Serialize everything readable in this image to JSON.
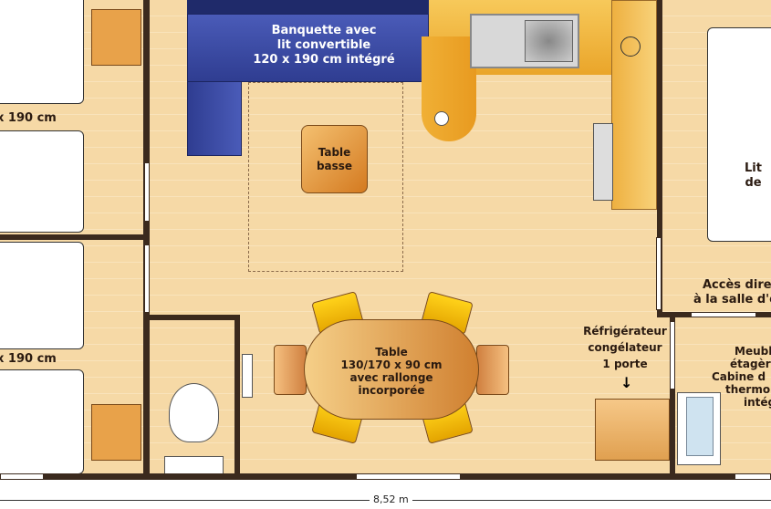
{
  "labels": {
    "bed_left_top": "x 190 cm",
    "bed_left_bottom": "x 190 cm",
    "banquette": [
      "Banquette avec",
      "lit convertible",
      "120 x 190 cm intégré"
    ],
    "coffee_table": [
      "Table",
      "basse"
    ],
    "dining_table": [
      "Table",
      "130/170 x 90 cm",
      "avec rallonge",
      "incorporée"
    ],
    "right_bed": "Lit de",
    "access": [
      "Accès direc",
      "à la salle d'e"
    ],
    "fridge": [
      "Réfrigérateur",
      "congélateur",
      "1 porte"
    ],
    "shower": [
      "Meubl",
      "étagèr",
      "Cabine d",
      "thermo",
      "intég"
    ],
    "dimension": "8,52 m"
  },
  "colors": {
    "floor": "#f6d9a6",
    "wall": "#3b2a1e",
    "banquette": "#2f3d91",
    "counter": "#f2b63a",
    "chair": "#ffd21a"
  }
}
